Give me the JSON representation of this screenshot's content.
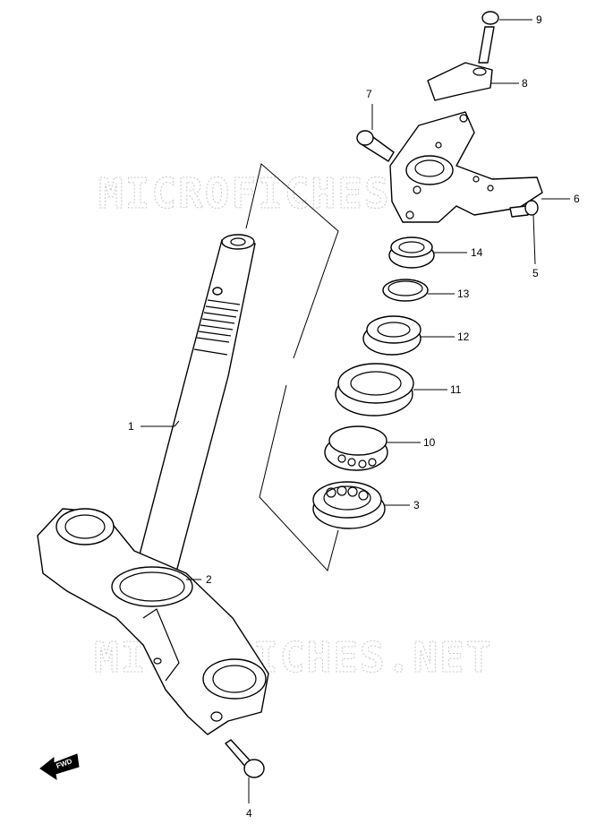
{
  "watermark": {
    "text": "MICROFICHES.NET"
  },
  "fwd_arrow": {
    "label": "FWD"
  },
  "callouts": [
    {
      "id": "1",
      "label": "1"
    },
    {
      "id": "2",
      "label": "2"
    },
    {
      "id": "3",
      "label": "3"
    },
    {
      "id": "4",
      "label": "4"
    },
    {
      "id": "5",
      "label": "5"
    },
    {
      "id": "6",
      "label": "6"
    },
    {
      "id": "7",
      "label": "7"
    },
    {
      "id": "8",
      "label": "8"
    },
    {
      "id": "9",
      "label": "9"
    },
    {
      "id": "10",
      "label": "10"
    },
    {
      "id": "11",
      "label": "11"
    },
    {
      "id": "12",
      "label": "12"
    },
    {
      "id": "13",
      "label": "13"
    },
    {
      "id": "14",
      "label": "14"
    }
  ]
}
